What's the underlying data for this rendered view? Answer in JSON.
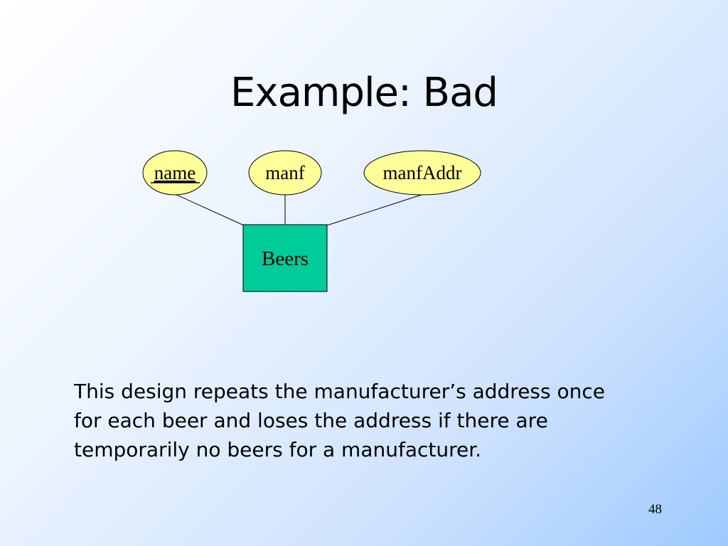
{
  "slide": {
    "title": "Example: Bad",
    "page_number": "48"
  },
  "diagram": {
    "entity": {
      "label": "Beers",
      "fill": "#00cc99"
    },
    "attributes": [
      {
        "label": "name",
        "key": true
      },
      {
        "label": "manf",
        "key": false
      },
      {
        "label": "manfAddr",
        "key": false
      }
    ],
    "attribute_fill": "#ffff99"
  },
  "note": "This design repeats the manufacturer’s address once for each beer and loses the address if there are temporarily no beers for a manufacturer."
}
